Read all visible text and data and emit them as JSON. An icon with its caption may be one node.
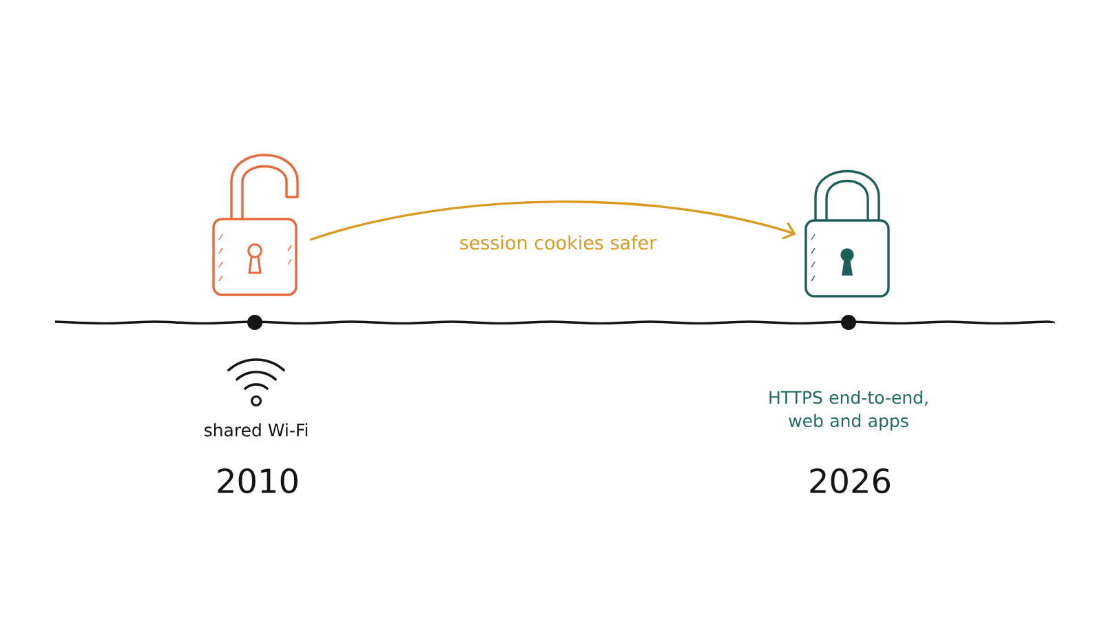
{
  "diagram": {
    "nodes": [
      {
        "text": [],
        "shape": "picture"
      },
      {
        "text": [],
        "shape": "picture"
      }
    ],
    "edges": [
      {
        "from": 0,
        "to": 1,
        "arrow": "to",
        "label": "session cookies safer",
        "color": "#d99a1f"
      }
    ],
    "labels": [
      "shared Wi-Fi",
      "2010",
      "HTTPS end-to-end, web and apps",
      "2026"
    ]
  }
}
